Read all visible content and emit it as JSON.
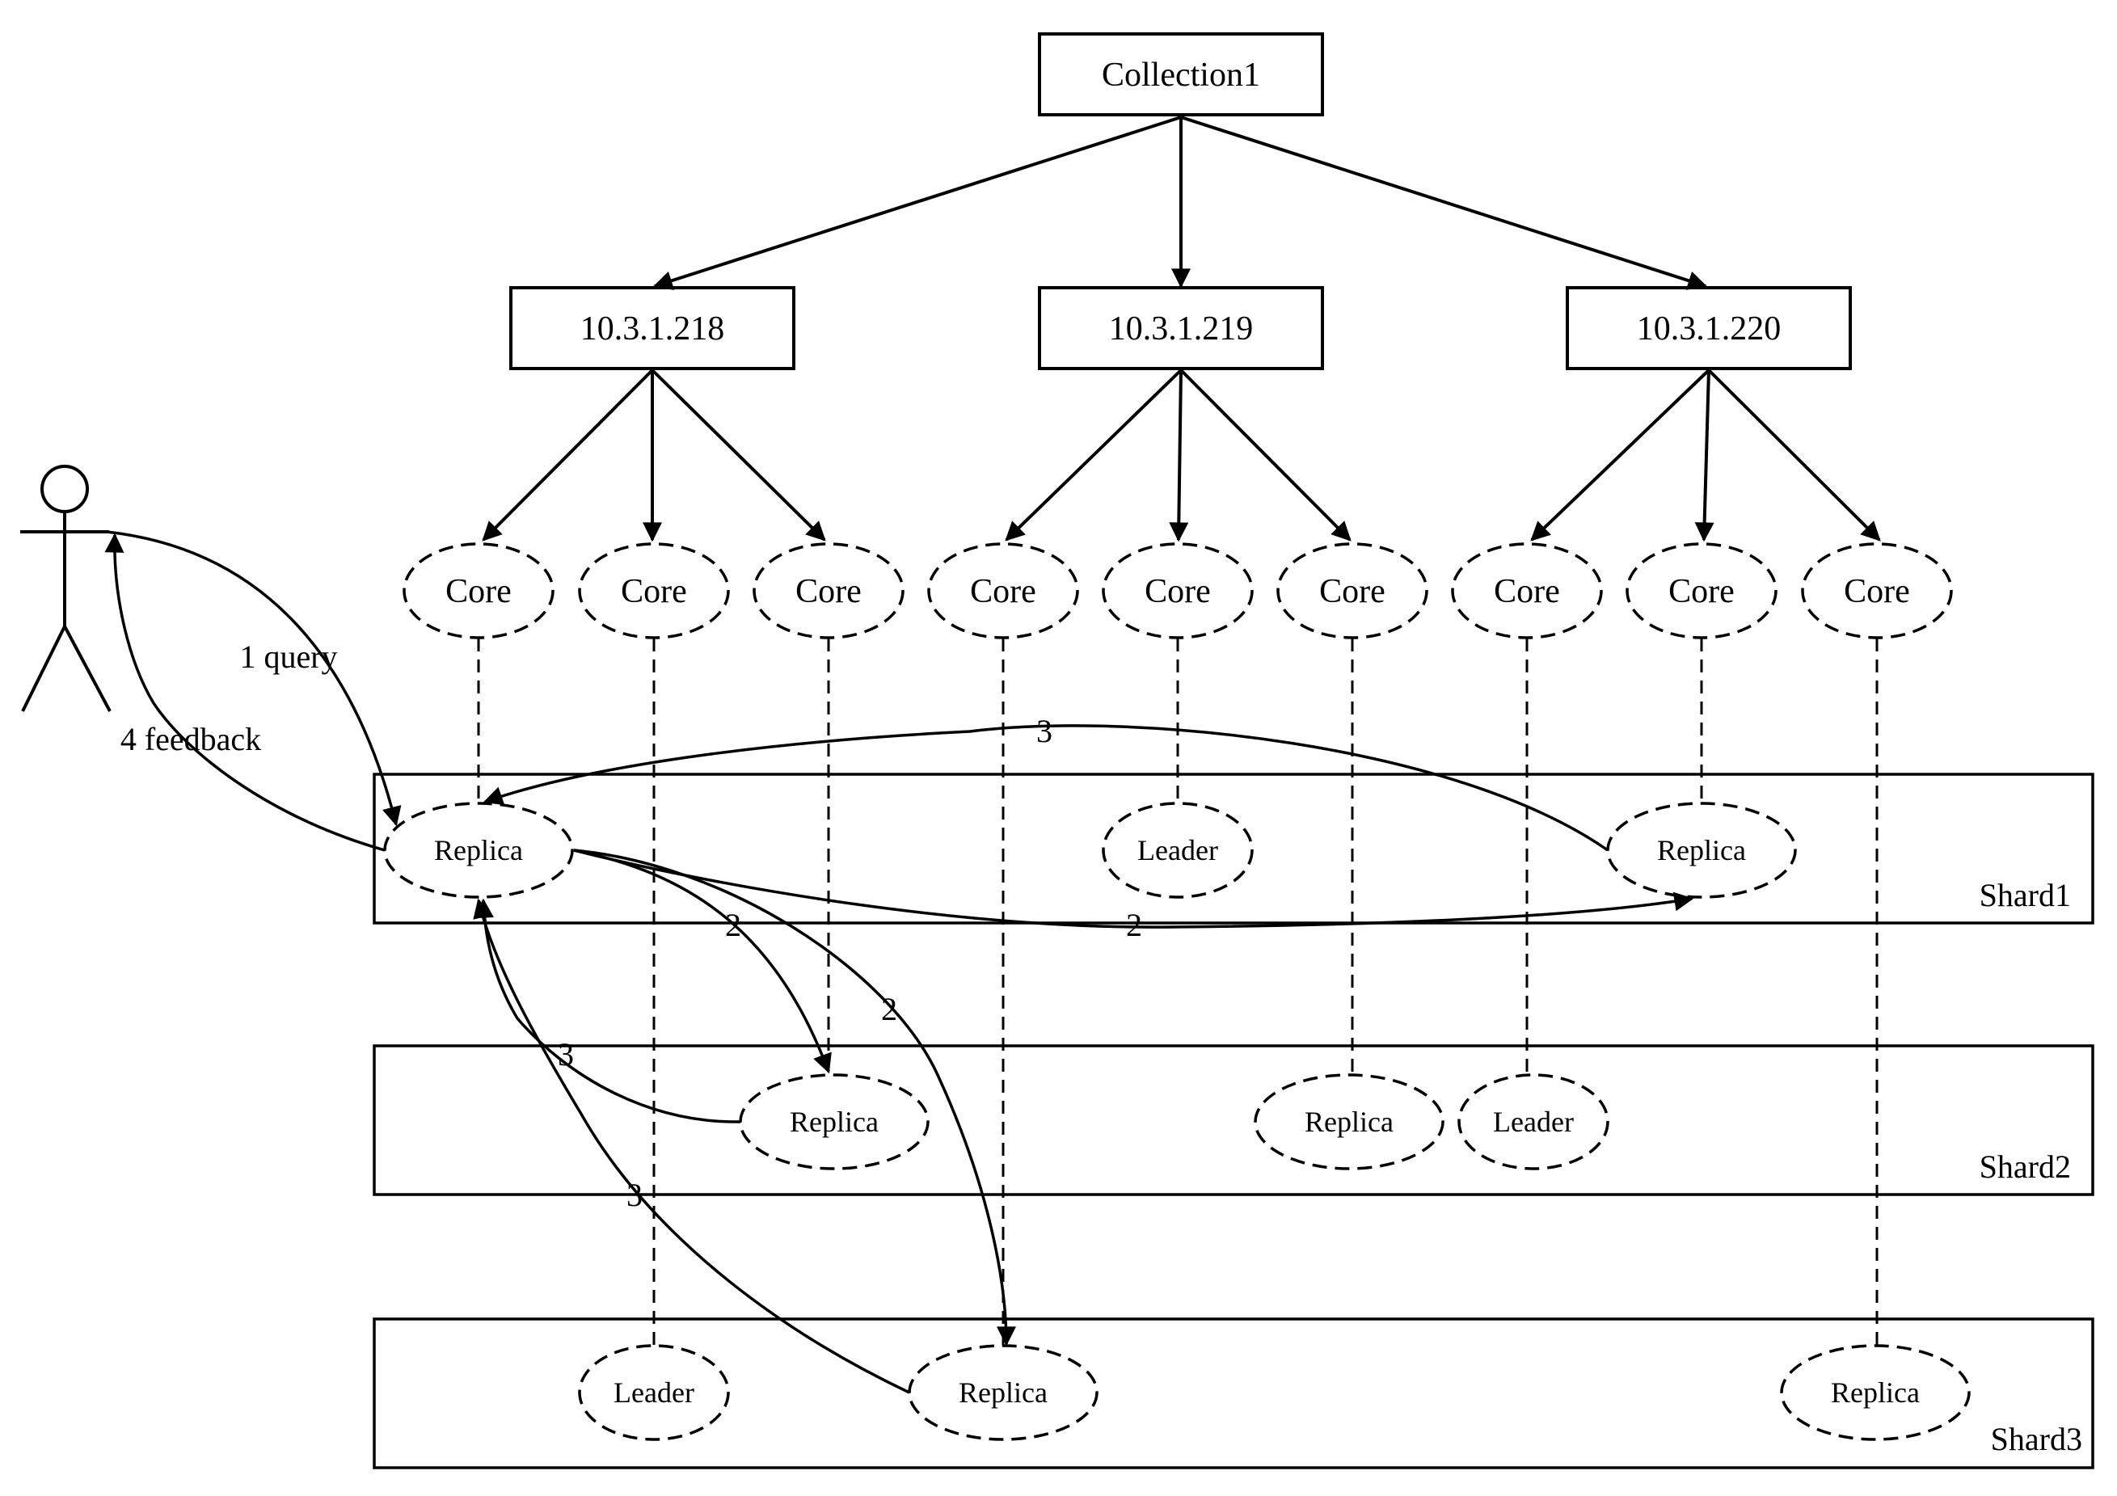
{
  "collection": {
    "label": "Collection1"
  },
  "hosts": [
    {
      "label": "10.3.1.218"
    },
    {
      "label": "10.3.1.219"
    },
    {
      "label": "10.3.1.220"
    }
  ],
  "core_label": "Core",
  "shards": [
    {
      "label": "Shard1"
    },
    {
      "label": "Shard2"
    },
    {
      "label": "Shard3"
    }
  ],
  "nodes": {
    "replica_label": "Replica",
    "leader_label": "Leader",
    "leader_fill": "#dfe5ef"
  },
  "actor": {
    "query_label": "1 query",
    "feedback_label": "4 feedback"
  },
  "edge_labels": {
    "step2": "2",
    "step3": "3"
  }
}
